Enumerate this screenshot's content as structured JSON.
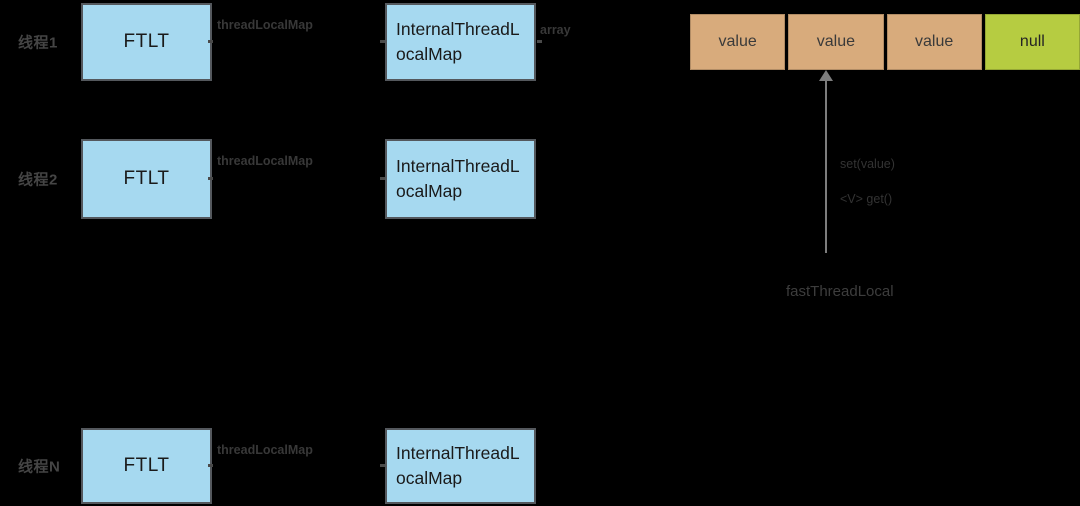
{
  "diagram": {
    "title": "FastThreadLocal / InternalThreadLocalMap structure",
    "rows": [
      {
        "thread": "线程1",
        "ftlt": "FTLT",
        "field": "threadLocalMap",
        "map": "InternalThreadLocalMap"
      },
      {
        "thread": "线程2",
        "ftlt": "FTLT",
        "field": "threadLocalMap",
        "map": "InternalThreadLocalMap"
      },
      {
        "thread": "线程N",
        "ftlt": "FTLT",
        "field": "threadLocalMap",
        "map": "InternalThreadLocalMap"
      }
    ],
    "array": {
      "field": "array",
      "cells": [
        "value",
        "value",
        "value",
        "null"
      ]
    },
    "annotations": {
      "set": "set(value)",
      "get": "<V> get()",
      "pointer": "fastThreadLocal"
    },
    "colors": {
      "background": "#000000",
      "box_fill": "#a6d9f0",
      "box_border": "#54585d",
      "value_cell_fill": "#d8ab7c",
      "null_cell_fill": "#b6cc41",
      "arrow": "#7d7d7d",
      "muted_text": "#3d3d3d"
    }
  }
}
